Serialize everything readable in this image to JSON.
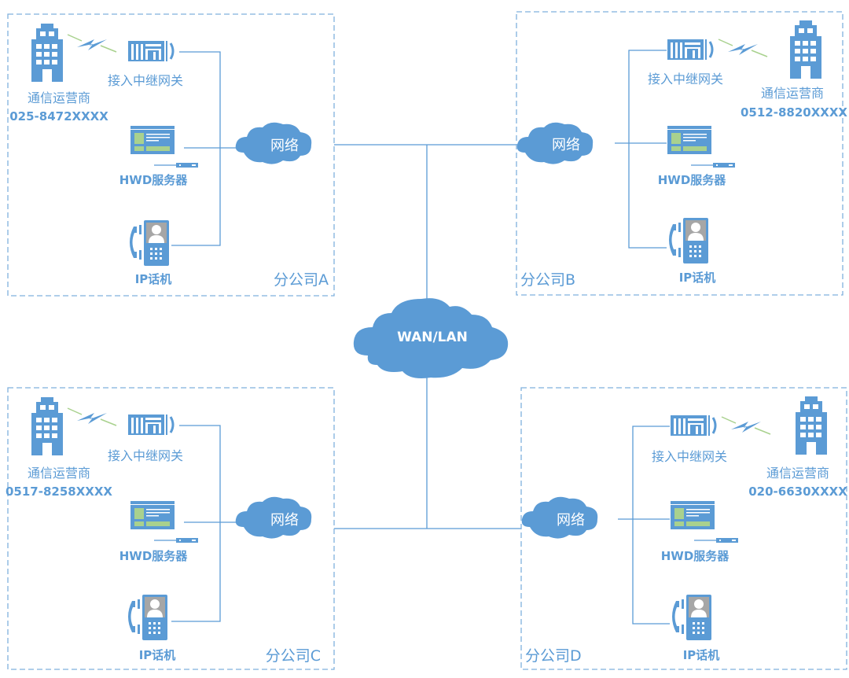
{
  "diagram": {
    "colors": {
      "primary": "#5b9bd5",
      "green": "#a9d18e",
      "wireless": "#a9d18e",
      "white": "#ffffff"
    },
    "core": {
      "label": "WAN/LAN",
      "icon": "cloud-icon"
    },
    "branches": [
      {
        "id": "A",
        "name": "分公司A",
        "network_label": "网络",
        "gateway_label": "接入中继网关",
        "carrier_label": "通信运营商",
        "carrier_number": "025-8472XXXX",
        "server_label": "HWD服务器",
        "phone_label": "IP话机"
      },
      {
        "id": "B",
        "name": "分公司B",
        "network_label": "网络",
        "gateway_label": "接入中继网关",
        "carrier_label": "通信运营商",
        "carrier_number": "0512-8820XXXX",
        "server_label": "HWD服务器",
        "phone_label": "IP话机"
      },
      {
        "id": "C",
        "name": "分公司C",
        "network_label": "网络",
        "gateway_label": "接入中继网关",
        "carrier_label": "通信运营商",
        "carrier_number": "0517-8258XXXX",
        "server_label": "HWD服务器",
        "phone_label": "IP话机"
      },
      {
        "id": "D",
        "name": "分公司D",
        "network_label": "网络",
        "gateway_label": "接入中继网关",
        "carrier_label": "通信运营商",
        "carrier_number": "020-6630XXXX",
        "server_label": "HWD服务器",
        "phone_label": "IP话机"
      }
    ]
  }
}
